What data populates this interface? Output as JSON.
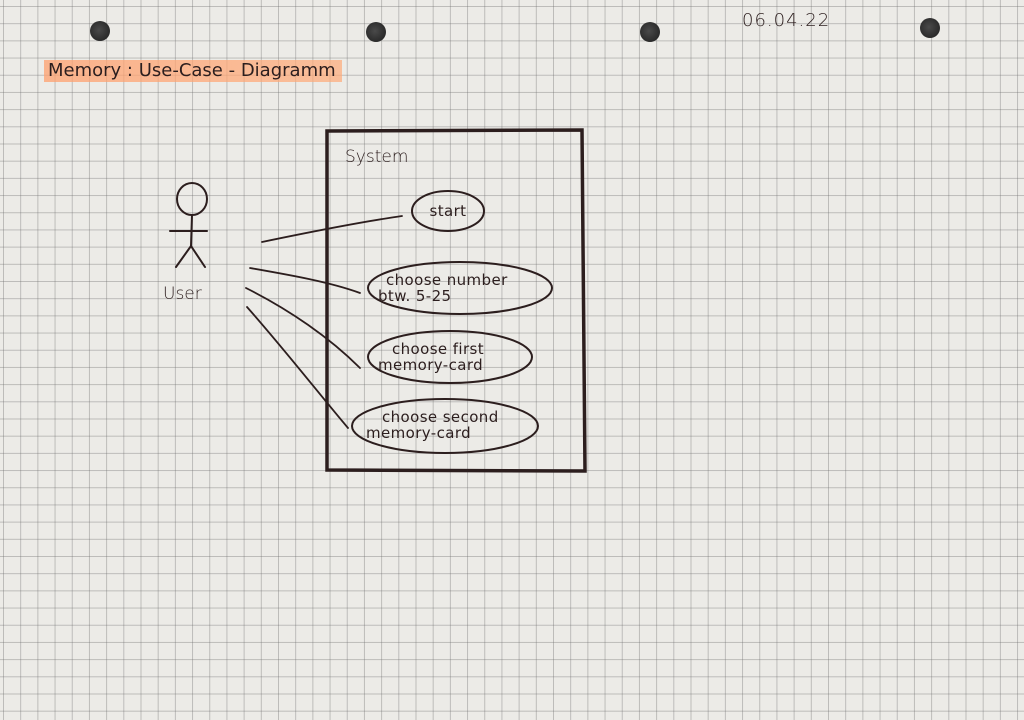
{
  "page": {
    "date": "06.04.22",
    "title": "Memory : Use-Case - Diagramm"
  },
  "diagram": {
    "system_label": "System",
    "actor_label": "User",
    "use_cases": [
      {
        "line1": "start",
        "line2": ""
      },
      {
        "line1": "choose number",
        "line2": "btw. 5-25"
      },
      {
        "line1": "choose first",
        "line2": "memory-card"
      },
      {
        "line1": "choose second",
        "line2": "memory-card"
      }
    ]
  },
  "colors": {
    "ink": "#2c1e1e",
    "highlighter": "#ffa06e",
    "paper": "#ecebe7"
  }
}
